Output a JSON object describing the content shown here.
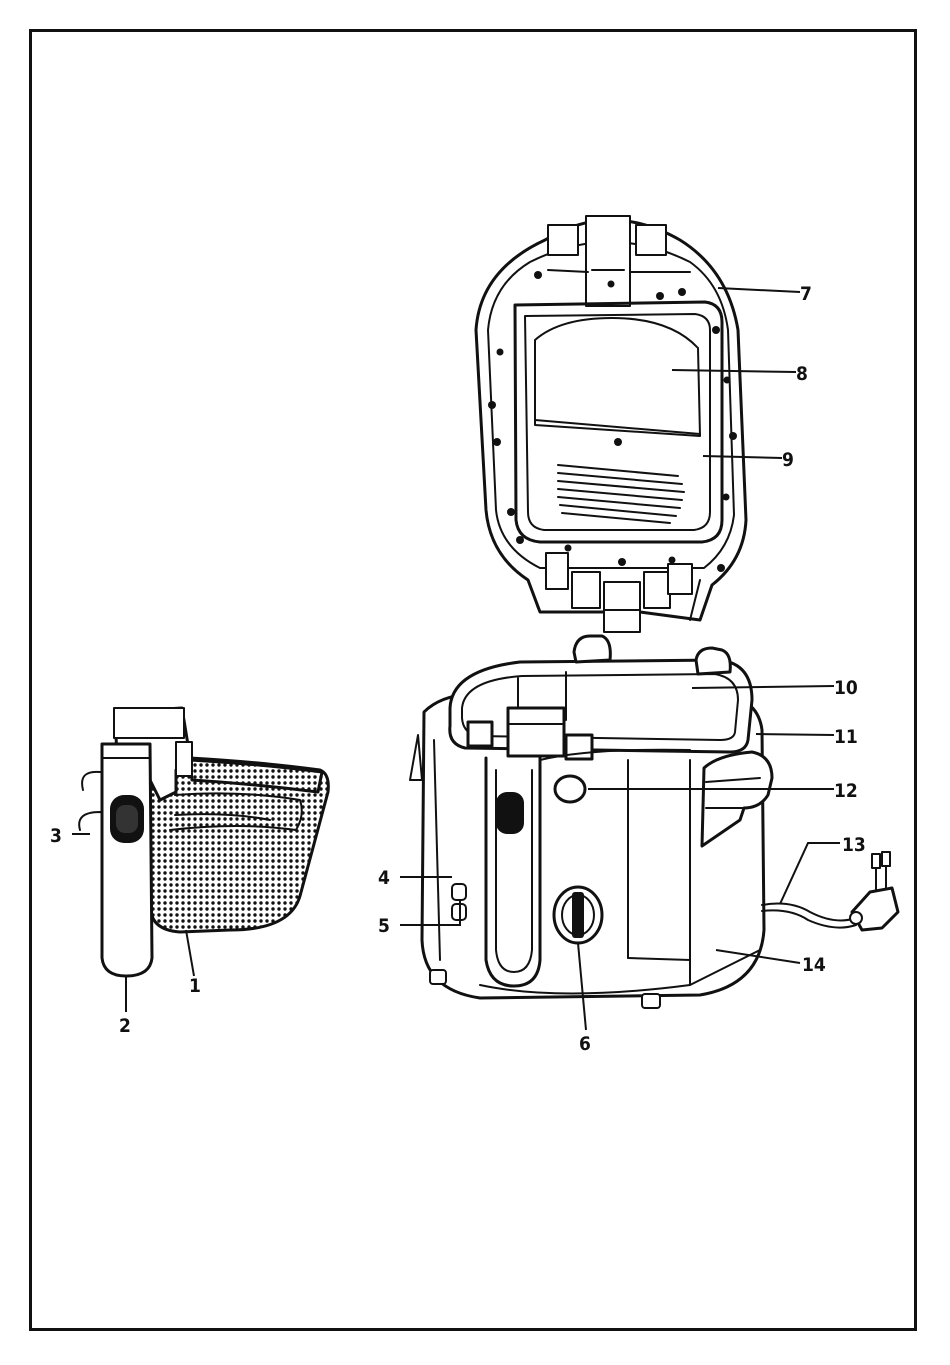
{
  "diagram": {
    "subject": "deep fryer exploded parts view",
    "callouts": [
      {
        "id": "1",
        "label": "1"
      },
      {
        "id": "2",
        "label": "2"
      },
      {
        "id": "3",
        "label": "3"
      },
      {
        "id": "4",
        "label": "4"
      },
      {
        "id": "5",
        "label": "5"
      },
      {
        "id": "6",
        "label": "6"
      },
      {
        "id": "7",
        "label": "7"
      },
      {
        "id": "8",
        "label": "8"
      },
      {
        "id": "9",
        "label": "9"
      },
      {
        "id": "10",
        "label": "10"
      },
      {
        "id": "11",
        "label": "11"
      },
      {
        "id": "12",
        "label": "12"
      },
      {
        "id": "13",
        "label": "13"
      },
      {
        "id": "14",
        "label": "14"
      }
    ]
  }
}
